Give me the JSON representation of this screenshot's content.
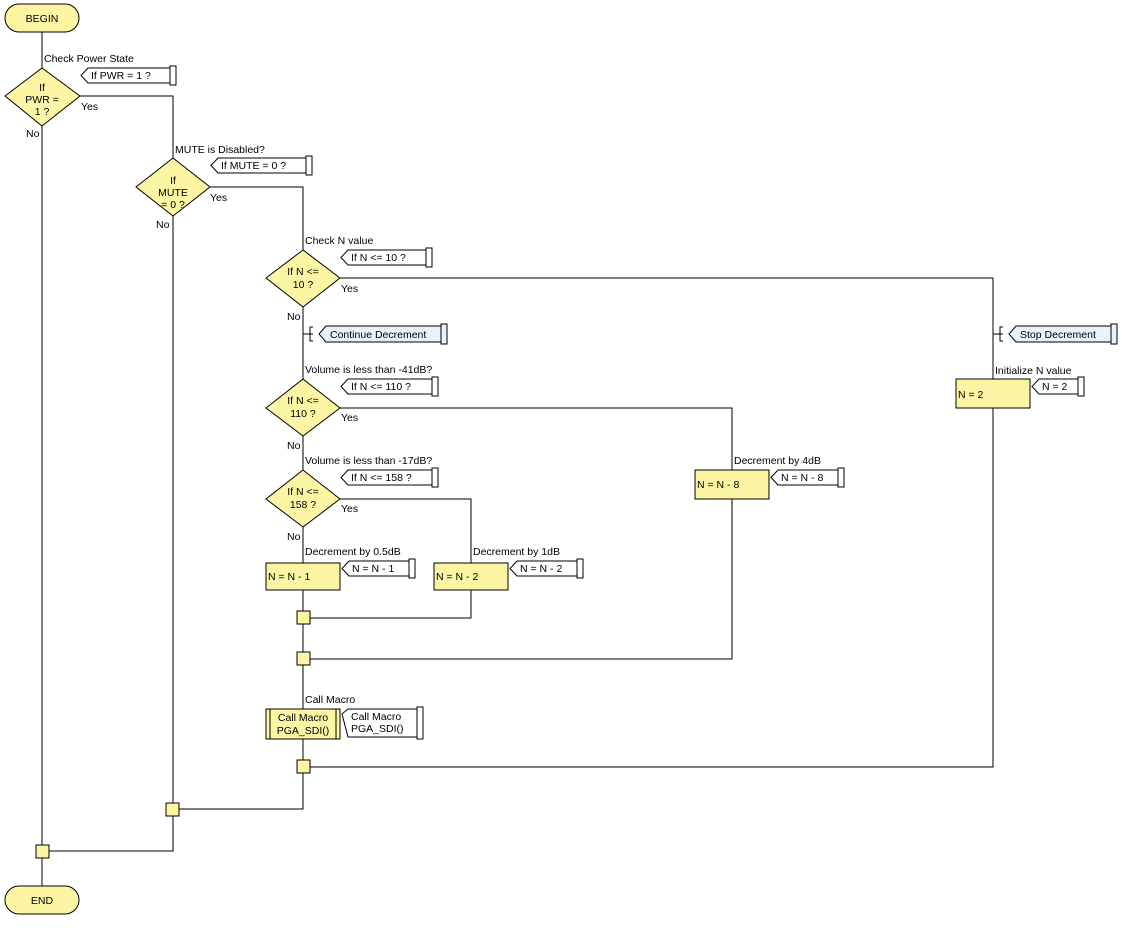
{
  "terminals": {
    "begin": "BEGIN",
    "end": "END"
  },
  "decisions": {
    "pwr": {
      "title": "Check Power State",
      "line1": "If",
      "line2": "PWR =",
      "line3": "1 ?",
      "comment": "If  PWR = 1 ?",
      "yes": "Yes",
      "no": "No"
    },
    "mute": {
      "title": "MUTE is Disabled?",
      "line1": "If",
      "line2": "MUTE",
      "line3": "= 0 ?",
      "comment": "If  MUTE = 0 ?",
      "yes": "Yes",
      "no": "No"
    },
    "n10": {
      "title": "Check N value",
      "line1": "If  N <=",
      "line2": "10 ?",
      "comment": "If  N <= 10 ?",
      "yes": "Yes",
      "no": "No"
    },
    "n110": {
      "title": "Volume is less than -41dB?",
      "line1": "If  N <=",
      "line2": "110 ?",
      "comment": "If  N <= 110 ?",
      "yes": "Yes",
      "no": "No"
    },
    "n158": {
      "title": "Volume is less than -17dB?",
      "line1": "If  N <=",
      "line2": "158 ?",
      "comment": "If  N <= 158 ?",
      "yes": "Yes",
      "no": "No"
    }
  },
  "comments": {
    "continue": "Continue Decrement",
    "stop": "Stop Decrement"
  },
  "calculations": {
    "dec05": {
      "title": "Decrement by 0.5dB",
      "text": "N = N - 1",
      "comment": "N = N - 1"
    },
    "dec1": {
      "title": "Decrement by 1dB",
      "text": "N = N - 2",
      "comment": "N = N - 2"
    },
    "dec4": {
      "title": "Decrement by 4dB",
      "text": "N = N - 8",
      "comment": "N = N - 8"
    },
    "init": {
      "title": "Initialize N value",
      "text": "N = 2",
      "comment": "N = 2"
    }
  },
  "macro": {
    "title": "Call Macro",
    "line1": "Call Macro",
    "line2": "PGA_SDI()",
    "comment1": "Call Macro",
    "comment2": "PGA_SDI()"
  },
  "colors": {
    "shape_fill": "#fcf6a4",
    "comment_blue": "#e6f3fb"
  }
}
